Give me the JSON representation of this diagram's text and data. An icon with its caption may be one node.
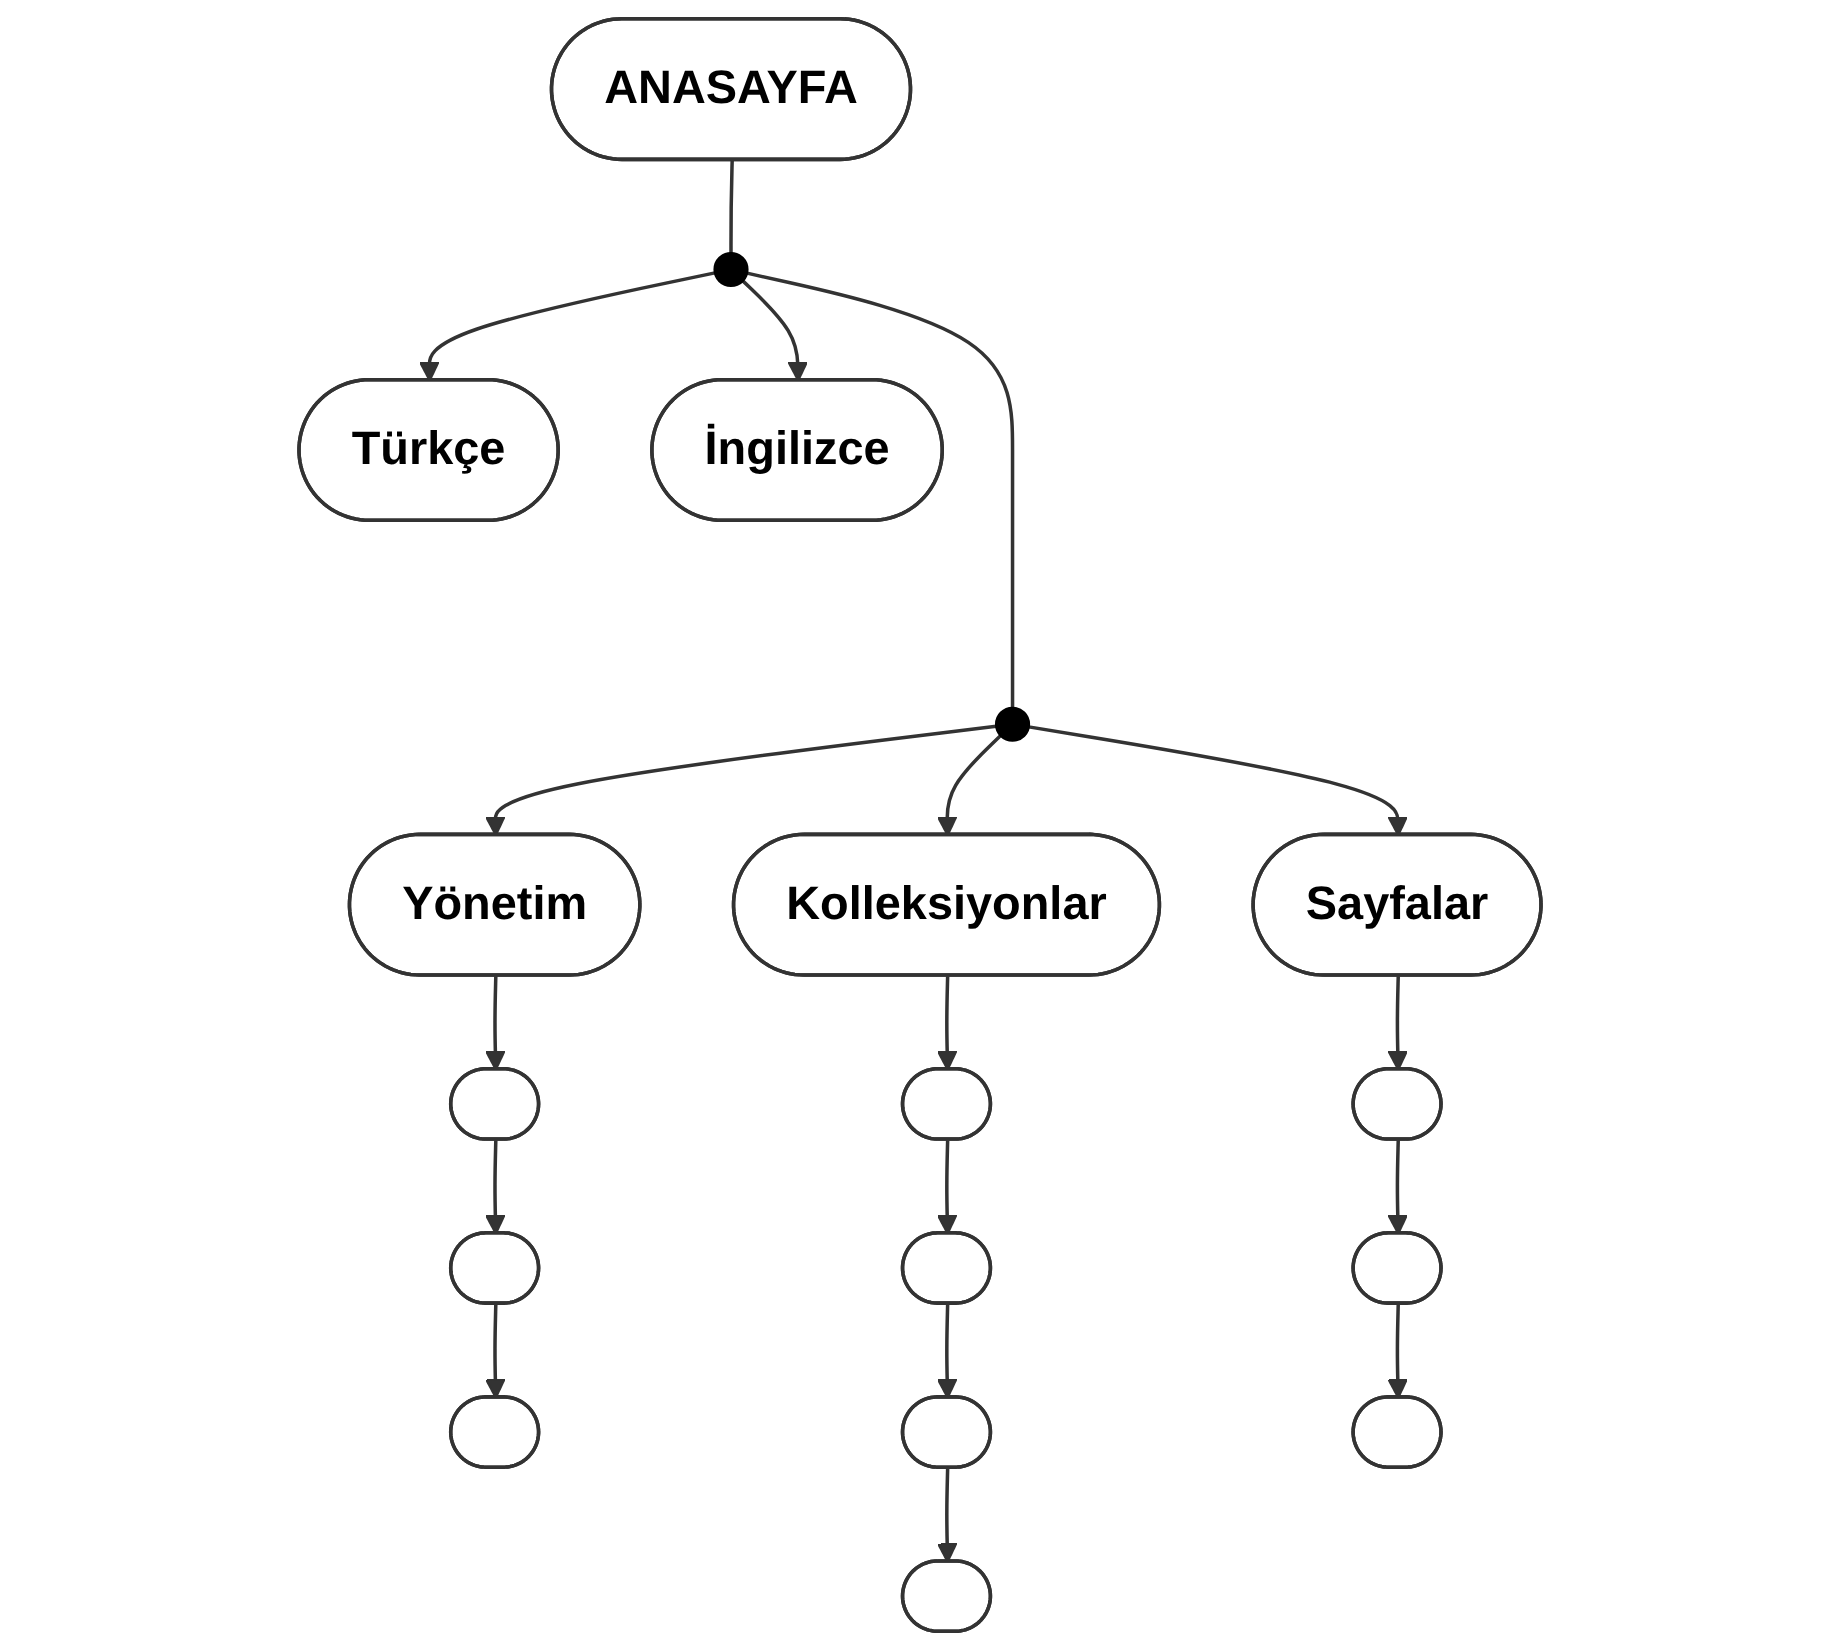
{
  "diagram": {
    "nodes": [
      {
        "text": [
          "ANASAYFA"
        ]
      },
      {
        "text": [],
        "shape": "circle"
      },
      {
        "text": [
          "Türkçe"
        ]
      },
      {
        "text": [
          "İngilizce"
        ]
      },
      {
        "text": [],
        "shape": "circle"
      },
      {
        "text": [
          "Yönetim"
        ]
      },
      {
        "text": [
          "Kolleksiyonlar"
        ]
      },
      {
        "text": [
          "Sayfalar"
        ]
      },
      {
        "text": [],
        "shape": "ellipse"
      },
      {
        "text": [],
        "shape": "ellipse"
      },
      {
        "text": [],
        "shape": "ellipse"
      },
      {
        "text": [],
        "shape": "ellipse"
      },
      {
        "text": [],
        "shape": "ellipse"
      },
      {
        "text": [],
        "shape": "ellipse"
      },
      {
        "text": [],
        "shape": "ellipse"
      },
      {
        "text": [],
        "shape": "ellipse"
      },
      {
        "text": [],
        "shape": "ellipse"
      },
      {
        "text": [],
        "shape": "ellipse"
      }
    ],
    "edges": [
      {
        "from": 0,
        "to": 1,
        "arrow": "none"
      },
      {
        "from": 1,
        "to": 2,
        "arrow": "to"
      },
      {
        "from": 1,
        "to": 3,
        "arrow": "to"
      },
      {
        "from": 1,
        "to": 4,
        "arrow": "none"
      },
      {
        "from": 4,
        "to": 5,
        "arrow": "to"
      },
      {
        "from": 4,
        "to": 6,
        "arrow": "to"
      },
      {
        "from": 4,
        "to": 7,
        "arrow": "to"
      },
      {
        "from": 5,
        "to": 8,
        "arrow": "to"
      },
      {
        "from": 8,
        "to": 11,
        "arrow": "to"
      },
      {
        "from": 11,
        "to": 14,
        "arrow": "to"
      },
      {
        "from": 6,
        "to": 9,
        "arrow": "to"
      },
      {
        "from": 9,
        "to": 12,
        "arrow": "to"
      },
      {
        "from": 12,
        "to": 15,
        "arrow": "to"
      },
      {
        "from": 15,
        "to": 17,
        "arrow": "to"
      },
      {
        "from": 7,
        "to": 10,
        "arrow": "to"
      },
      {
        "from": 10,
        "to": 13,
        "arrow": "to"
      },
      {
        "from": 13,
        "to": 16,
        "arrow": "to"
      }
    ]
  }
}
